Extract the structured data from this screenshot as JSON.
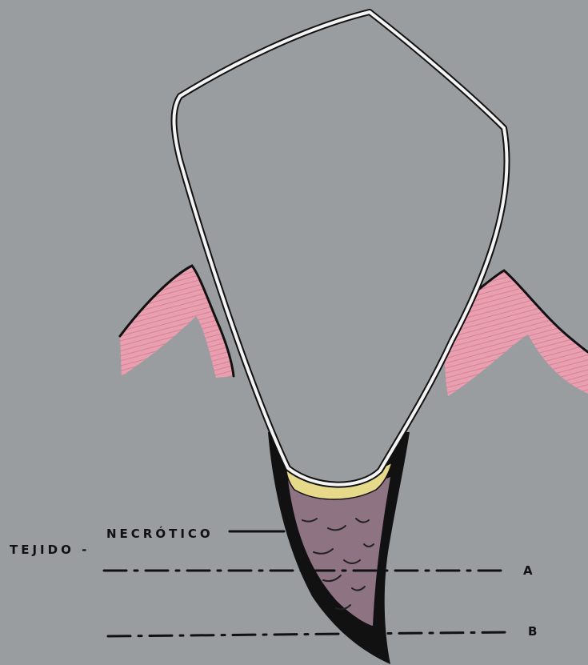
{
  "figure": {
    "background_color": "#9a9da0",
    "gum_color": "#e8a0b0",
    "crown_outline_color": "#f4f4f4",
    "necrotic_color": "#8e7382",
    "cervical_band_color": "#e6d98a",
    "ink_color": "#111111"
  },
  "labels": {
    "tissue_label_left": "TEJIDO -",
    "tissue_label_right": "NECRÓTICO",
    "level_a": "A",
    "level_b": "B"
  }
}
